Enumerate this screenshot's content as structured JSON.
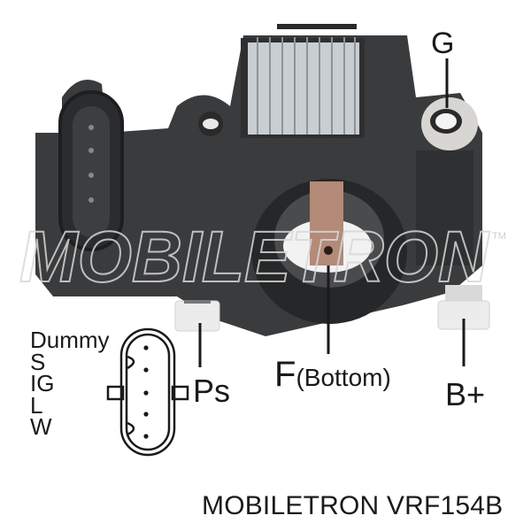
{
  "product": {
    "brand": "MOBILETRON",
    "part_number": "VRF154B",
    "caption": "MOBILETRON VRF154B",
    "watermark": "MOBILETRON",
    "watermark_tm": "TM"
  },
  "terminals": {
    "g": "G",
    "ps": "Ps",
    "f": "F",
    "f_note": "(Bottom)",
    "b_plus": "B+"
  },
  "connector_pins": [
    {
      "label": "Dummy"
    },
    {
      "label": "S"
    },
    {
      "label": "IG"
    },
    {
      "label": "L"
    },
    {
      "label": "W"
    }
  ],
  "colors": {
    "housing": "#3a3b3d",
    "housing_dark": "#232425",
    "heatsink": "#c9ced2",
    "brush": "#b48a78",
    "text": "#1a1a1a"
  }
}
